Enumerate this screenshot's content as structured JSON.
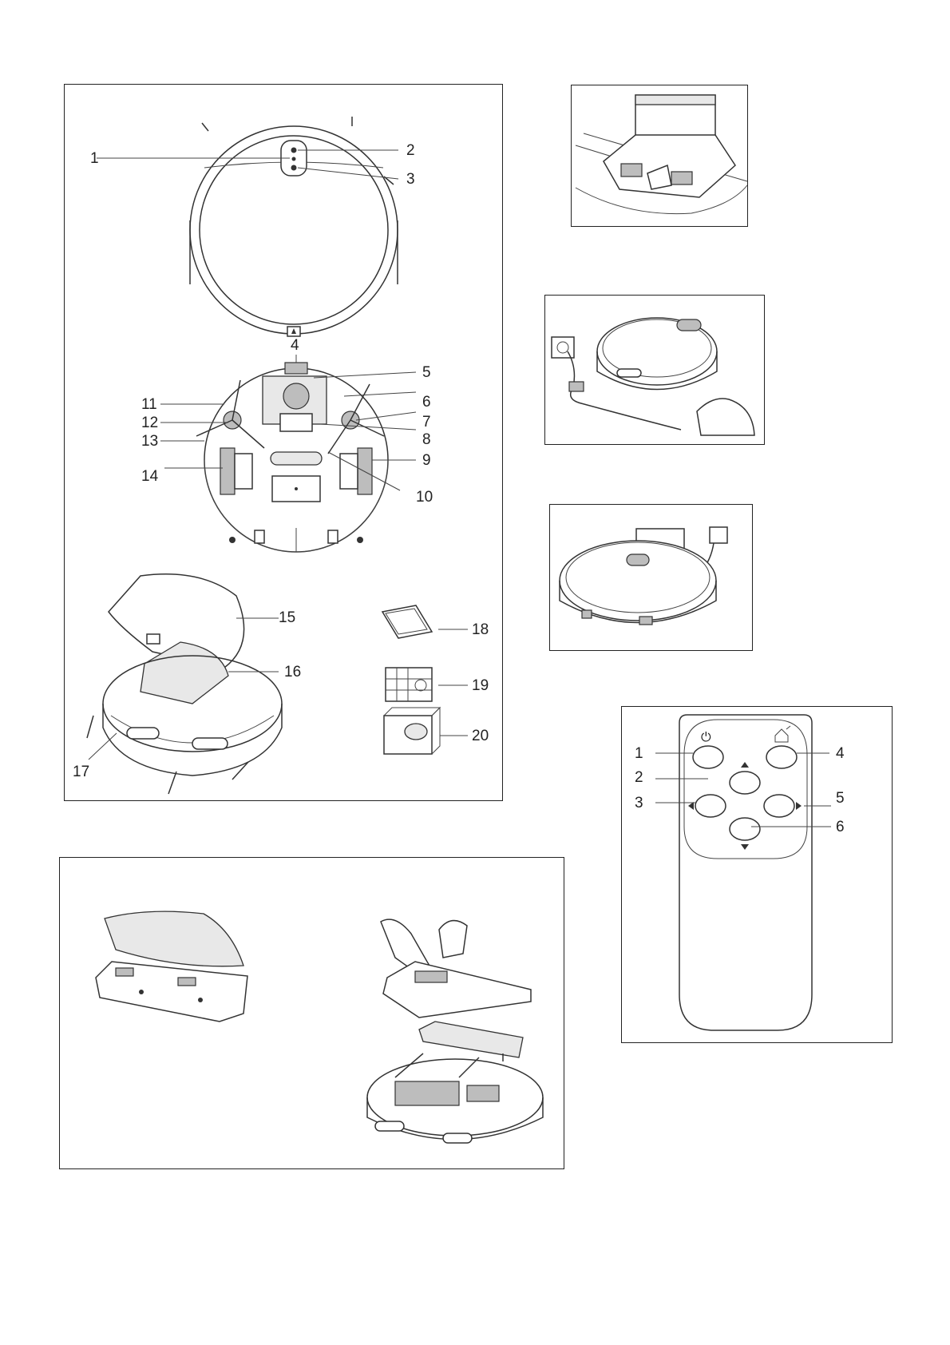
{
  "robot_parts": {
    "top_labels": [
      "1",
      "2",
      "3"
    ],
    "bottom_labels": [
      "4",
      "5",
      "6",
      "7",
      "8",
      "9",
      "10",
      "11",
      "12",
      "13",
      "14"
    ],
    "exploded_labels": [
      "15",
      "16",
      "17"
    ],
    "filter_labels": [
      "18",
      "19",
      "20"
    ]
  },
  "remote": {
    "labels": [
      "1",
      "2",
      "3",
      "4",
      "5",
      "6"
    ],
    "power_symbol": "⏻"
  }
}
